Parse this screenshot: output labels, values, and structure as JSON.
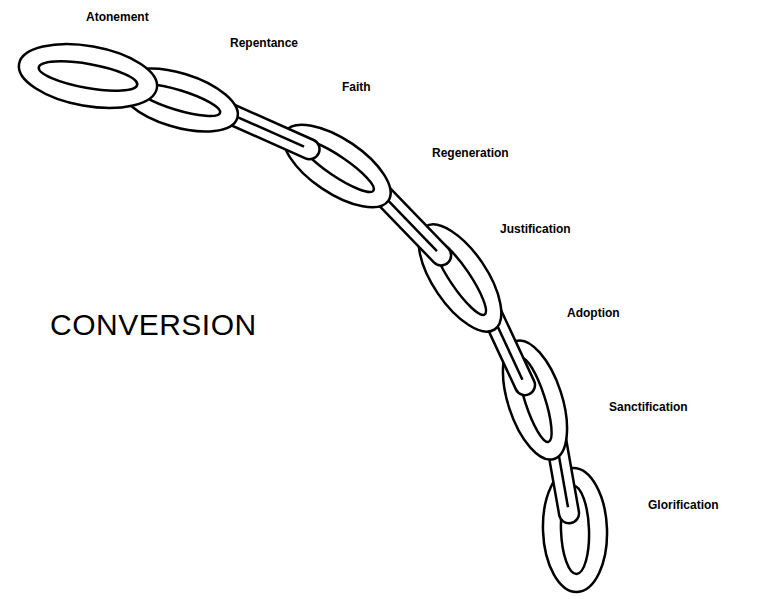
{
  "diagram": {
    "title": "CONVERSION",
    "labels": [
      "Atonement",
      "Repentance",
      "Faith",
      "Regeneration",
      "Justification",
      "Adoption",
      "Sanctification",
      "Glorification"
    ]
  }
}
